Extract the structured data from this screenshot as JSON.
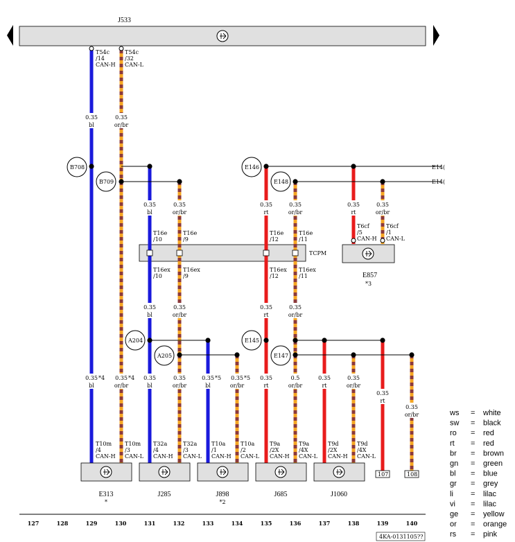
{
  "colors": {
    "blue": "#1a1adc",
    "red": "#e81c1c",
    "orange": "#f5a623",
    "brown": "#8c3a3a",
    "grey": "#e0e0e0"
  },
  "top_component": {
    "name": "J533"
  },
  "tcpm": {
    "name": "TCPM"
  },
  "e857": {
    "name": "E857",
    "note": "*3"
  },
  "edge_labels": {
    "e146": "E14(",
    "e148": "E14("
  },
  "splices": [
    {
      "id": "B708"
    },
    {
      "id": "B709"
    },
    {
      "id": "E146"
    },
    {
      "id": "E148"
    },
    {
      "id": "A204"
    },
    {
      "id": "A205"
    },
    {
      "id": "E145"
    },
    {
      "id": "E147"
    }
  ],
  "pin_labels": [
    {
      "k": "T54c_14",
      "lines": [
        "T54c",
        "/14",
        "CAN-H"
      ]
    },
    {
      "k": "T54c_32",
      "lines": [
        "T54c",
        "/32",
        "CAN-L"
      ]
    },
    {
      "k": "T16e_10",
      "lines": [
        "T16e",
        "/10"
      ]
    },
    {
      "k": "T16e_9",
      "lines": [
        "T16e",
        "/9"
      ]
    },
    {
      "k": "T16e_12",
      "lines": [
        "T16e",
        "/12"
      ]
    },
    {
      "k": "T16e_11",
      "lines": [
        "T16e",
        "/11"
      ]
    },
    {
      "k": "T6cf_5",
      "lines": [
        "T6cf",
        "/5",
        "CAN-H"
      ]
    },
    {
      "k": "T6cf_1",
      "lines": [
        "T6cf",
        "/1",
        "CAN-L"
      ]
    },
    {
      "k": "T16ex_10",
      "lines": [
        "T16ex",
        "/10"
      ]
    },
    {
      "k": "T16ex_9",
      "lines": [
        "T16ex",
        "/9"
      ]
    },
    {
      "k": "T16ex_12",
      "lines": [
        "T16ex",
        "/12"
      ]
    },
    {
      "k": "T16ex_11",
      "lines": [
        "T16ex",
        "/11"
      ]
    },
    {
      "k": "T10m_4",
      "lines": [
        "T10m",
        "/4",
        "CAN-H"
      ]
    },
    {
      "k": "T10m_3",
      "lines": [
        "T10m",
        "/3",
        "CAN-L"
      ]
    },
    {
      "k": "T32a_4",
      "lines": [
        "T32a",
        "/4",
        "CAN-H"
      ]
    },
    {
      "k": "T32a_3",
      "lines": [
        "T32a",
        "/3",
        "CAN-L"
      ]
    },
    {
      "k": "T10a_1",
      "lines": [
        "T10a",
        "/1",
        "CAN-H"
      ]
    },
    {
      "k": "T10a_2",
      "lines": [
        "T10a",
        "/2",
        "CAN-L"
      ]
    },
    {
      "k": "T9a_2X",
      "lines": [
        "T9a",
        "/2X",
        "CAN-H"
      ]
    },
    {
      "k": "T9a_4X",
      "lines": [
        "T9a",
        "/4X",
        "CAN-L"
      ]
    },
    {
      "k": "T9d_2X",
      "lines": [
        "T9d",
        "/2X",
        "CAN-H"
      ]
    },
    {
      "k": "T9d_4X",
      "lines": [
        "T9d",
        "/4X",
        "CAN-L"
      ]
    }
  ],
  "wire_labels": [
    {
      "k": "w1",
      "size": "0.35",
      "color": "bl",
      "note": ""
    },
    {
      "k": "w2",
      "size": "0.35",
      "color": "or/br",
      "note": ""
    },
    {
      "k": "w3",
      "size": "0.35",
      "color": "bl",
      "note": ""
    },
    {
      "k": "w4",
      "size": "0.35",
      "color": "or/br",
      "note": ""
    },
    {
      "k": "w5",
      "size": "0.35",
      "color": "rt",
      "note": ""
    },
    {
      "k": "w6",
      "size": "0.35",
      "color": "or/br",
      "note": ""
    },
    {
      "k": "w7",
      "size": "0.35",
      "color": "rt",
      "note": ""
    },
    {
      "k": "w8",
      "size": "0.35",
      "color": "or/br",
      "note": ""
    },
    {
      "k": "w9",
      "size": "0.35",
      "color": "bl",
      "note": ""
    },
    {
      "k": "w10",
      "size": "0.35",
      "color": "or/br",
      "note": ""
    },
    {
      "k": "w11",
      "size": "0.35",
      "color": "rt",
      "note": ""
    },
    {
      "k": "w12",
      "size": "0.35",
      "color": "or/br",
      "note": ""
    },
    {
      "k": "w13",
      "size": "0.35",
      "color": "bl",
      "note": "*4"
    },
    {
      "k": "w14",
      "size": "0.35",
      "color": "or/br",
      "note": "*4"
    },
    {
      "k": "w15",
      "size": "0.35",
      "color": "bl",
      "note": ""
    },
    {
      "k": "w16",
      "size": "0.35",
      "color": "or/br",
      "note": ""
    },
    {
      "k": "w17",
      "size": "0.35",
      "color": "bl",
      "note": "*5"
    },
    {
      "k": "w18",
      "size": "0.35",
      "color": "or/br",
      "note": "*5"
    },
    {
      "k": "w19",
      "size": "0.35",
      "color": "rt",
      "note": ""
    },
    {
      "k": "w20",
      "size": "0.5",
      "color": "or/br",
      "note": ""
    },
    {
      "k": "w21",
      "size": "0.35",
      "color": "rt",
      "note": ""
    },
    {
      "k": "w22",
      "size": "0.35",
      "color": "or/br",
      "note": ""
    },
    {
      "k": "w23",
      "size": "0.35",
      "color": "rt",
      "note": ""
    },
    {
      "k": "w24",
      "size": "0.35",
      "color": "or/br",
      "note": ""
    }
  ],
  "bottom_components": [
    {
      "name": "E313",
      "note": "*"
    },
    {
      "name": "J285",
      "note": ""
    },
    {
      "name": "J898",
      "note": "*2"
    },
    {
      "name": "J685",
      "note": ""
    },
    {
      "name": "J1060",
      "note": ""
    }
  ],
  "ref_boxes": [
    {
      "label": "107"
    },
    {
      "label": "108"
    }
  ],
  "grid_numbers": [
    "127",
    "128",
    "129",
    "130",
    "131",
    "132",
    "133",
    "134",
    "135",
    "136",
    "137",
    "138",
    "139",
    "140"
  ],
  "doc_code": "4KA-0131105??",
  "legend": [
    {
      "abbr": "ws",
      "name": "white"
    },
    {
      "abbr": "sw",
      "name": "black"
    },
    {
      "abbr": "ro",
      "name": "red"
    },
    {
      "abbr": "rt",
      "name": "red"
    },
    {
      "abbr": "br",
      "name": "brown"
    },
    {
      "abbr": "gn",
      "name": "green"
    },
    {
      "abbr": "bl",
      "name": "blue"
    },
    {
      "abbr": "gr",
      "name": "grey"
    },
    {
      "abbr": "li",
      "name": "lilac"
    },
    {
      "abbr": "vi",
      "name": "lilac"
    },
    {
      "abbr": "ge",
      "name": "yellow"
    },
    {
      "abbr": "or",
      "name": "orange"
    },
    {
      "abbr": "rs",
      "name": "pink"
    }
  ],
  "legend_eq": "="
}
